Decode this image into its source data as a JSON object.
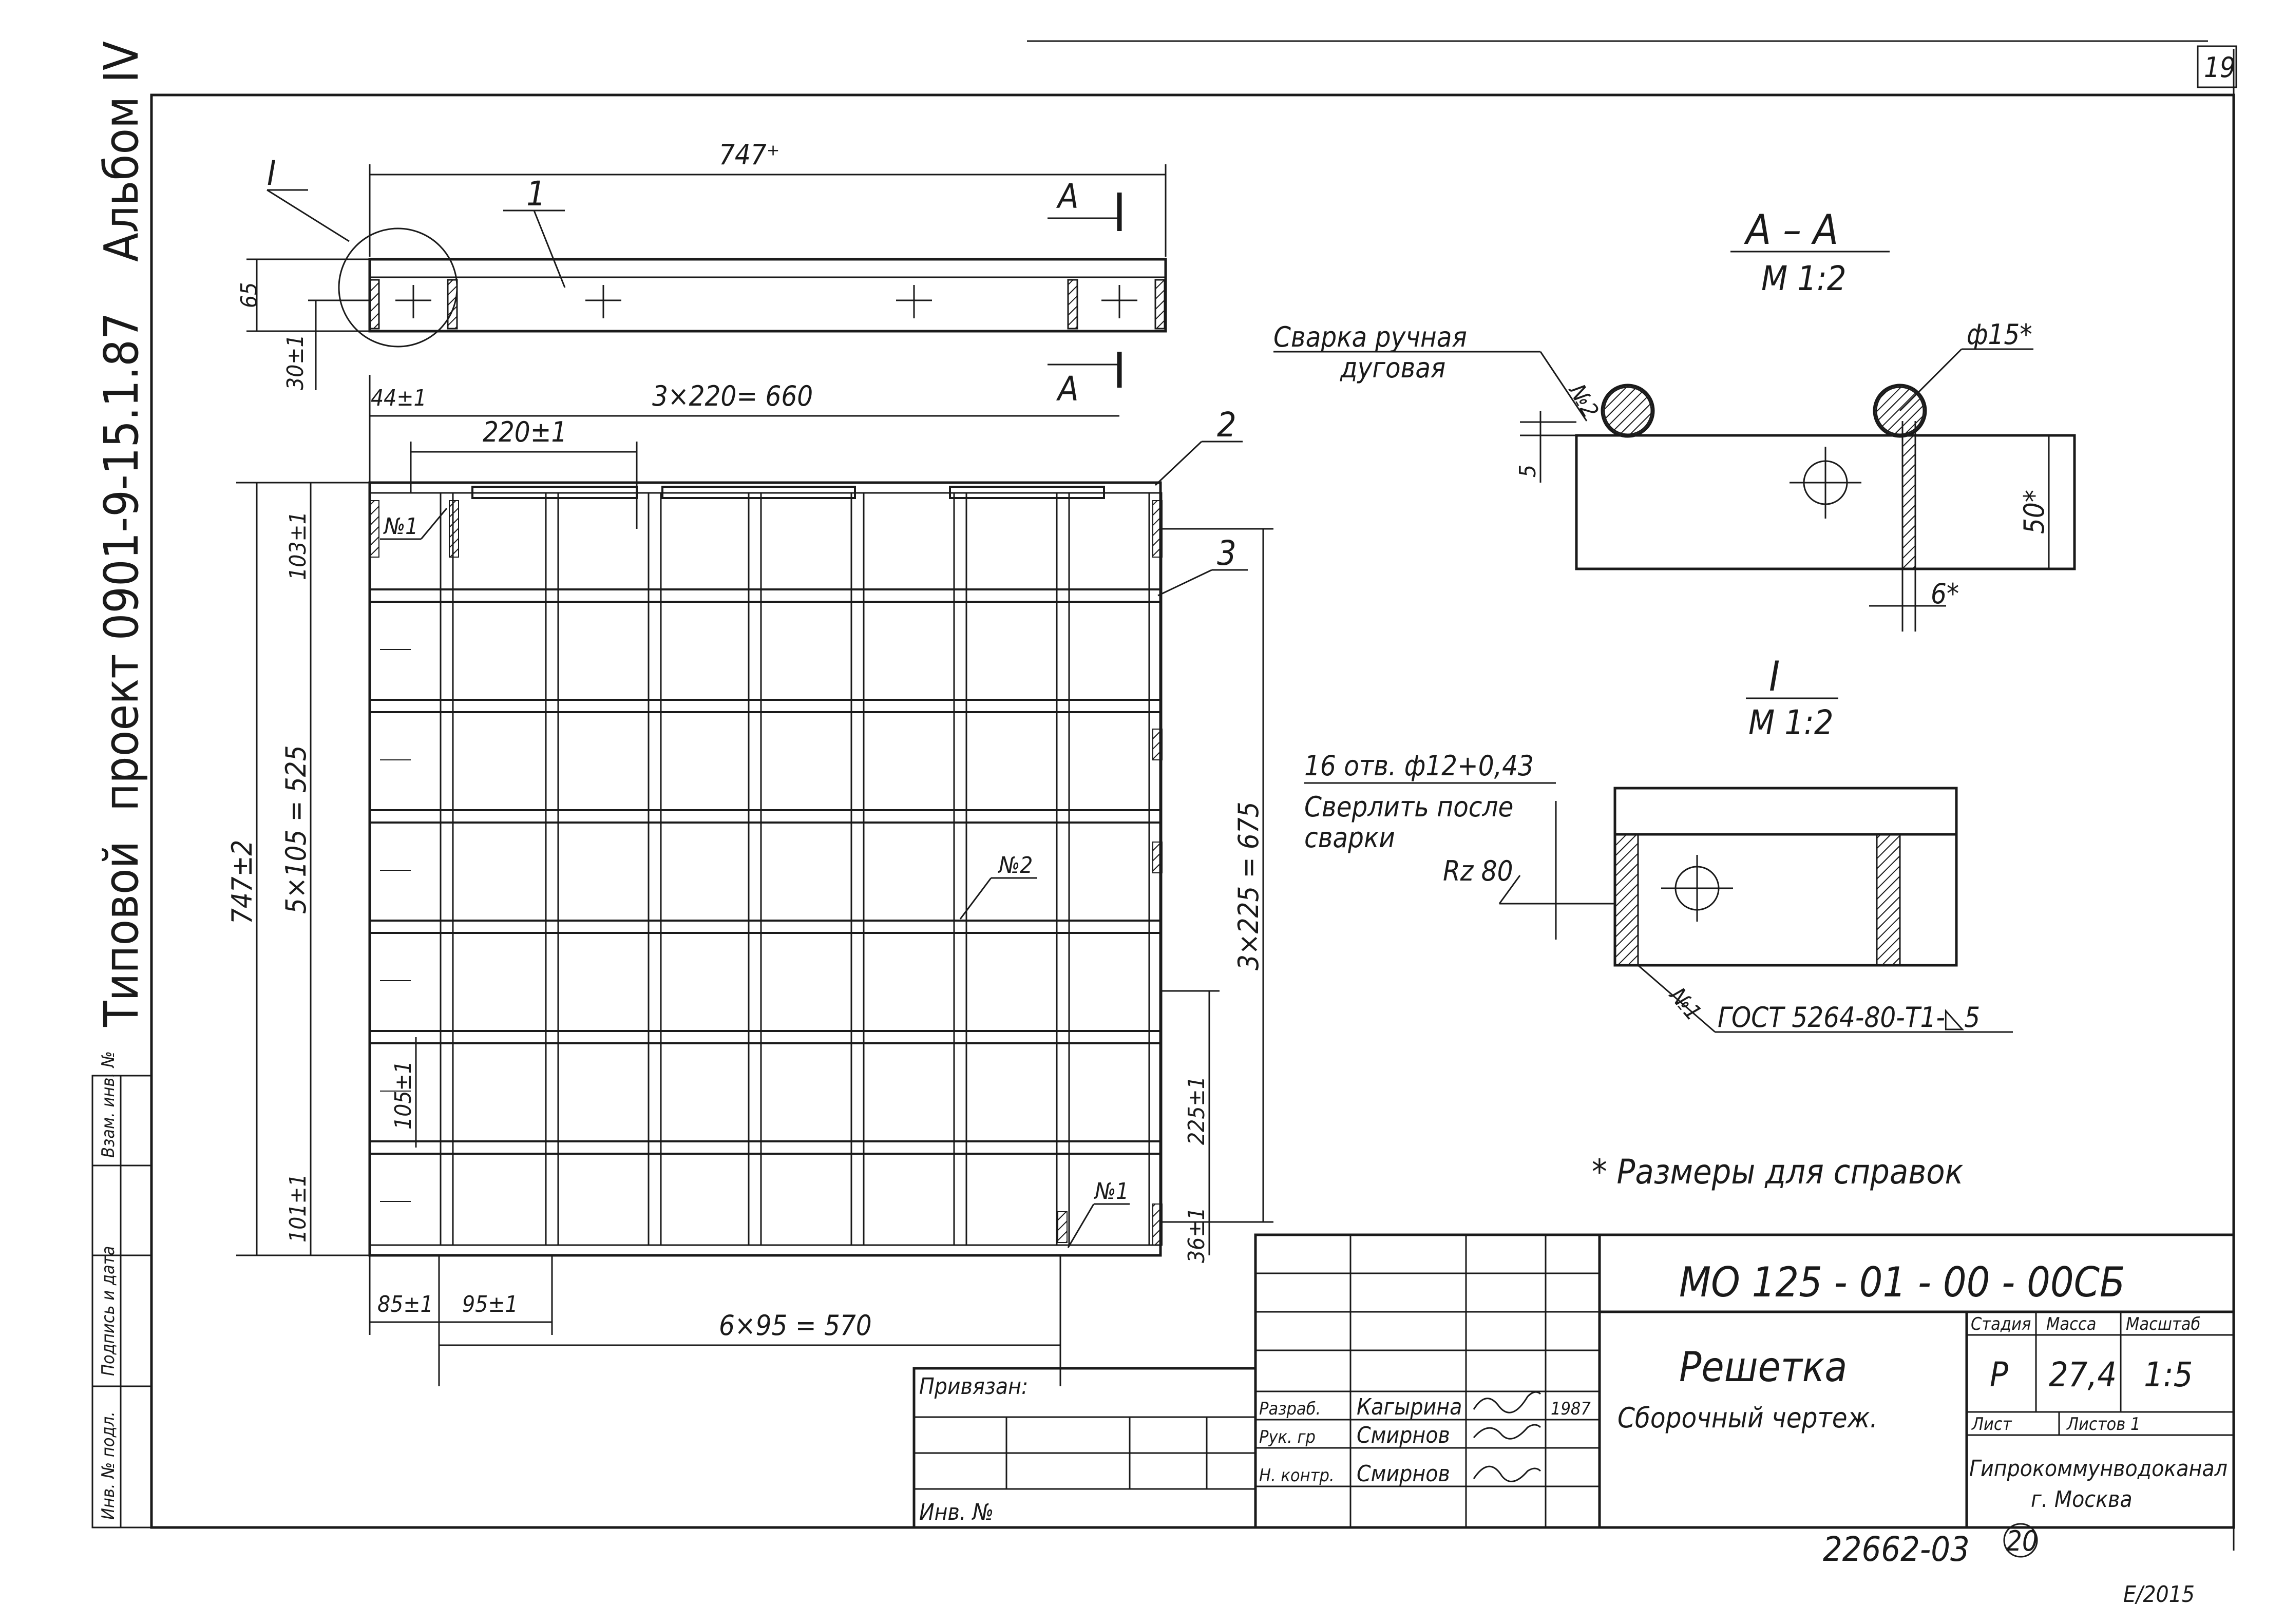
{
  "sheet": {
    "sheet_number": "19",
    "archive_stamp": "22662-03",
    "archive_stamp_circled": "20",
    "corner_mark": "E/2015"
  },
  "side_strip": {
    "tipovoi": "Типовой",
    "project": "проект 0901-9-15.1.87",
    "album": "Альбом IV",
    "fields": [
      "Инв. № подл.",
      "Подпись и дата",
      "Взам. инв. №"
    ]
  },
  "plan_view": {
    "dim_overall_width": "747⁺",
    "dim_height": "65",
    "dim_offset": "30±1",
    "detail_mark": "I",
    "pos_1": "1",
    "section_mark": "A"
  },
  "front_view": {
    "dim_top_pitch": "3×220= 660",
    "dim_edge": "44±1",
    "dim_first_pitch": "220±1",
    "pos_2": "2",
    "pos_3": "3",
    "weld_1_top": "№1",
    "weld_2": "№2",
    "weld_1_bottom": "№1",
    "dim_overall_height": "747±2",
    "dim_row_pitch": "5×105 = 525",
    "dim_top_row": "103±1",
    "dim_row": "105±1",
    "dim_bottom_row": "101±1",
    "dim_right_height": "3×225 = 675",
    "dim_right_pitch": "225±1",
    "dim_right_bottom": "36±1",
    "dim_bottom_edge": "85±1",
    "dim_bottom_pitch": "95±1",
    "dim_bottom_total": "6×95 = 570"
  },
  "section_aa": {
    "title": "А – А",
    "scale": "М 1:2",
    "weld_text_1": "Сварка ручная",
    "weld_text_2": "дуговая",
    "weld_mark": "№2",
    "diameter": "ф15*",
    "dim_thickness": "5",
    "dim_height": "50*",
    "dim_wall": "6*"
  },
  "detail_i": {
    "title": "I",
    "scale": "М 1:2",
    "holes_note_1": "16 отв. ф12+0,43",
    "holes_note_2": "Сверлить после",
    "holes_note_3": "сварки",
    "roughness": "Rz 80",
    "weld_mark": "№1",
    "gost": "ГОСТ 5264-80-Т1-◺5"
  },
  "reference_note": "* Размеры для справок",
  "title_block": {
    "designation": "МО 125 - 01 - 00 - 00СБ",
    "name_1": "Решетка",
    "name_2": "Сборочный чертеж.",
    "col_stage": "Стадия",
    "col_mass": "Масса",
    "col_scale": "Масштаб",
    "stage": "Р",
    "mass": "27,4",
    "scale": "1:5",
    "sheet_label": "Лист",
    "sheets_label": "Листов 1",
    "organization_1": "Гипрокоммунводоканал",
    "organization_2": "г. Москва",
    "bound_label": "Привязан:",
    "inv_label": "Инв. №",
    "signers": [
      {
        "role": "Разраб.",
        "name": "Кагырина",
        "year": "1987"
      },
      {
        "role": "Рук. гр",
        "name": "Смирнов",
        "year": ""
      },
      {
        "role": "",
        "name": "",
        "year": ""
      },
      {
        "role": "Н. контр.",
        "name": "Смирнов",
        "year": ""
      }
    ]
  }
}
